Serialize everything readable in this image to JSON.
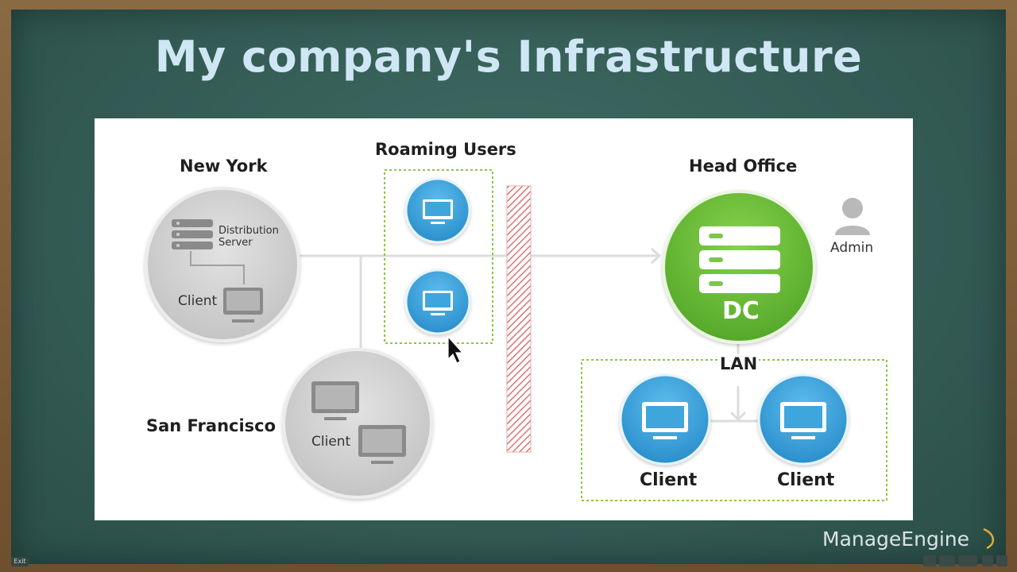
{
  "slide": {
    "title": "My company's Infrastructure",
    "brand": "ManageEngine",
    "exit_label": "Exit"
  },
  "diagram": {
    "new_york": {
      "label": "New York",
      "server_label_line1": "Distribution",
      "server_label_line2": "Server",
      "client_label": "Client"
    },
    "roaming": {
      "label": "Roaming Users"
    },
    "san_francisco": {
      "label": "San Francisco",
      "client_label": "Client"
    },
    "head_office": {
      "label": "Head Office",
      "dc_label": "DC",
      "admin_label": "Admin",
      "lan_label": "LAN",
      "client1_label": "Client",
      "client2_label": "Client"
    }
  },
  "colors": {
    "chalkboard": "#345c55",
    "title": "#cfe6f5",
    "gray_node": "#cfcfcf",
    "blue_node": "#3ea6dc",
    "green_node": "#6cc13b",
    "firewall": "#d9534f",
    "dotted_box": "#8cc63f"
  }
}
